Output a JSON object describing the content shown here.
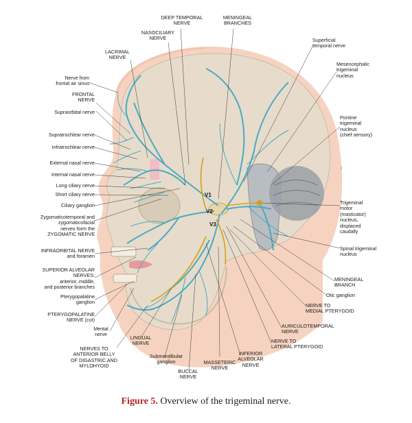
{
  "labels": {
    "deep_temporal": "DEEP TEMPORAL\nNERVE",
    "meningeal_branches": "MENINGEAL\nBRANCHES",
    "nasociliary": "NASOCILIARY\nNERVE",
    "superficial_temporal": "Superficial\ntemporal nerve",
    "lacrimal": "LACRIMAL\nNERVE",
    "mesencephalic": "Mesencephalic\ntrigeminal\nnucleus",
    "frontal_air_sinus": "Nerve from\nfrontal air sinus",
    "frontal": "FRONTAL\nNERVE",
    "supraorbital": "Supraorbital nerve",
    "pontine": "Pontine\ntrigeminal\nnucleus\n(chief sensory)",
    "supratrochlear": "Supratrochlear nerve",
    "infratrochlear": "Infratrochlear nerve",
    "external_nasal": "External nasal nerve",
    "internal_nasal": "Internal nasal nerve",
    "long_ciliary": "Long ciliary nerve",
    "short_ciliary": "Short ciliary nerve",
    "ciliary_ganglion": "Ciliary ganglion",
    "zygomatic": "Zygomaticotemporal and\nzygomaticofacial\nnerves form the\nZYGOMATIC NERVE",
    "trigeminal_motor": "Trigeminal\nmotor\n(masticator)\nnucleus,\ndisplaced\ncaudally",
    "infraorbital": "INFRAORBITAL NERVE\nand foramen",
    "spinal_trigeminal": "Spinal trigeminal\nnucleus",
    "superior_alveolar": "SUPERIOR ALVEOLAR\nNERVES:\nanterior, middle,\nand posterior branches",
    "meningeal_branch": "MENINGEAL\nBRANCH",
    "pterygopalatine_ganglion": "Pterygopalatine\nganglion",
    "otic_ganglion": "Otic ganglion",
    "nerve_medial_pterygoid": "NERVE TO\nMEDIAL PTERYGOID",
    "pterygopalatine_nerve": "PTERYGOPALATINE\nNERVE (cut)",
    "auriculotemporal": "AURICULOTEMPORAL\nNERVE",
    "mental": "Mental\nnerve",
    "nerve_lateral_pterygoid": "NERVE TO\nLATERAL PTERYGOID",
    "lingual": "LINGUAL\nNERVE",
    "inferior_alveolar": "INFERIOR\nALVEOLAR\nNERVE",
    "nerves_digastric": "NERVES TO\nANTERIOR BELLY\nOF DIGASTRIC AND\nMYLOHYOID",
    "submandibular": "Submandibular\nganglion",
    "masseteric": "MASSETERIC\nNERVE",
    "buccal": "BUCCAL\nNERVE"
  },
  "symbols": {
    "v1": "V1",
    "v2": "V2",
    "v3": "V3"
  },
  "caption": {
    "prefix": "Figure 5.",
    "text": " Overview of the trigeminal nerve."
  },
  "colors": {
    "nerve": "#4aa9c3",
    "motor": "#d4a017",
    "skin": "#f4cdb8",
    "skull": "#e6dccb",
    "brain": "#9aa0a6"
  }
}
